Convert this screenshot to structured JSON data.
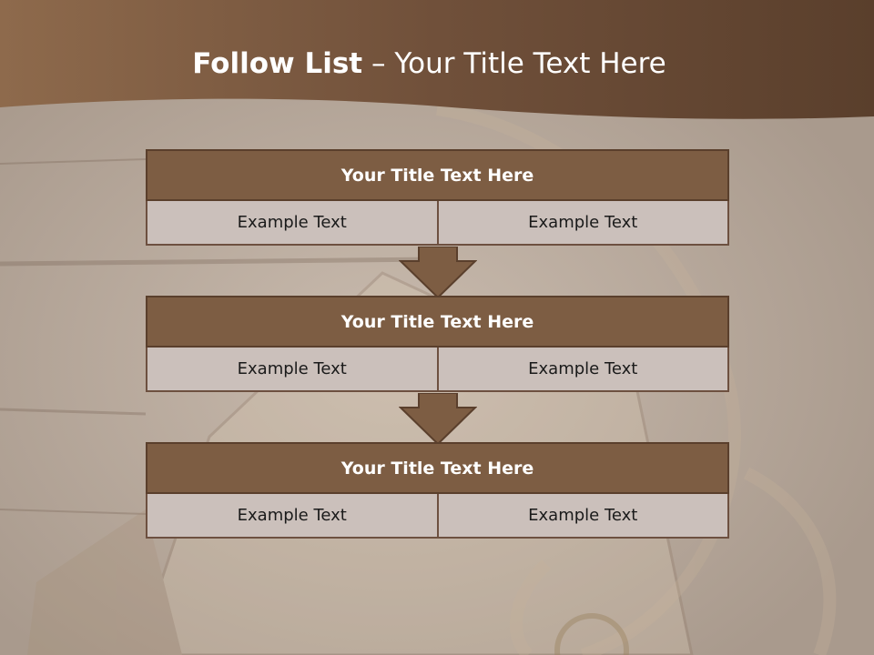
{
  "title": {
    "main": "Follow List",
    "separator": " – ",
    "sub": "Your Title Text Here"
  },
  "blocks": [
    {
      "header": "Your Title Text Here",
      "left": "Example Text",
      "right": "Example Text"
    },
    {
      "header": "Your Title Text Here",
      "left": "Example Text",
      "right": "Example Text"
    },
    {
      "header": "Your Title Text Here",
      "left": "Example Text",
      "right": "Example Text"
    }
  ],
  "colors": {
    "header_band": "#6a4a33",
    "block_header": "#7d5d43",
    "block_cell": "#cbc0bb",
    "arrow": "#7d5d43"
  }
}
